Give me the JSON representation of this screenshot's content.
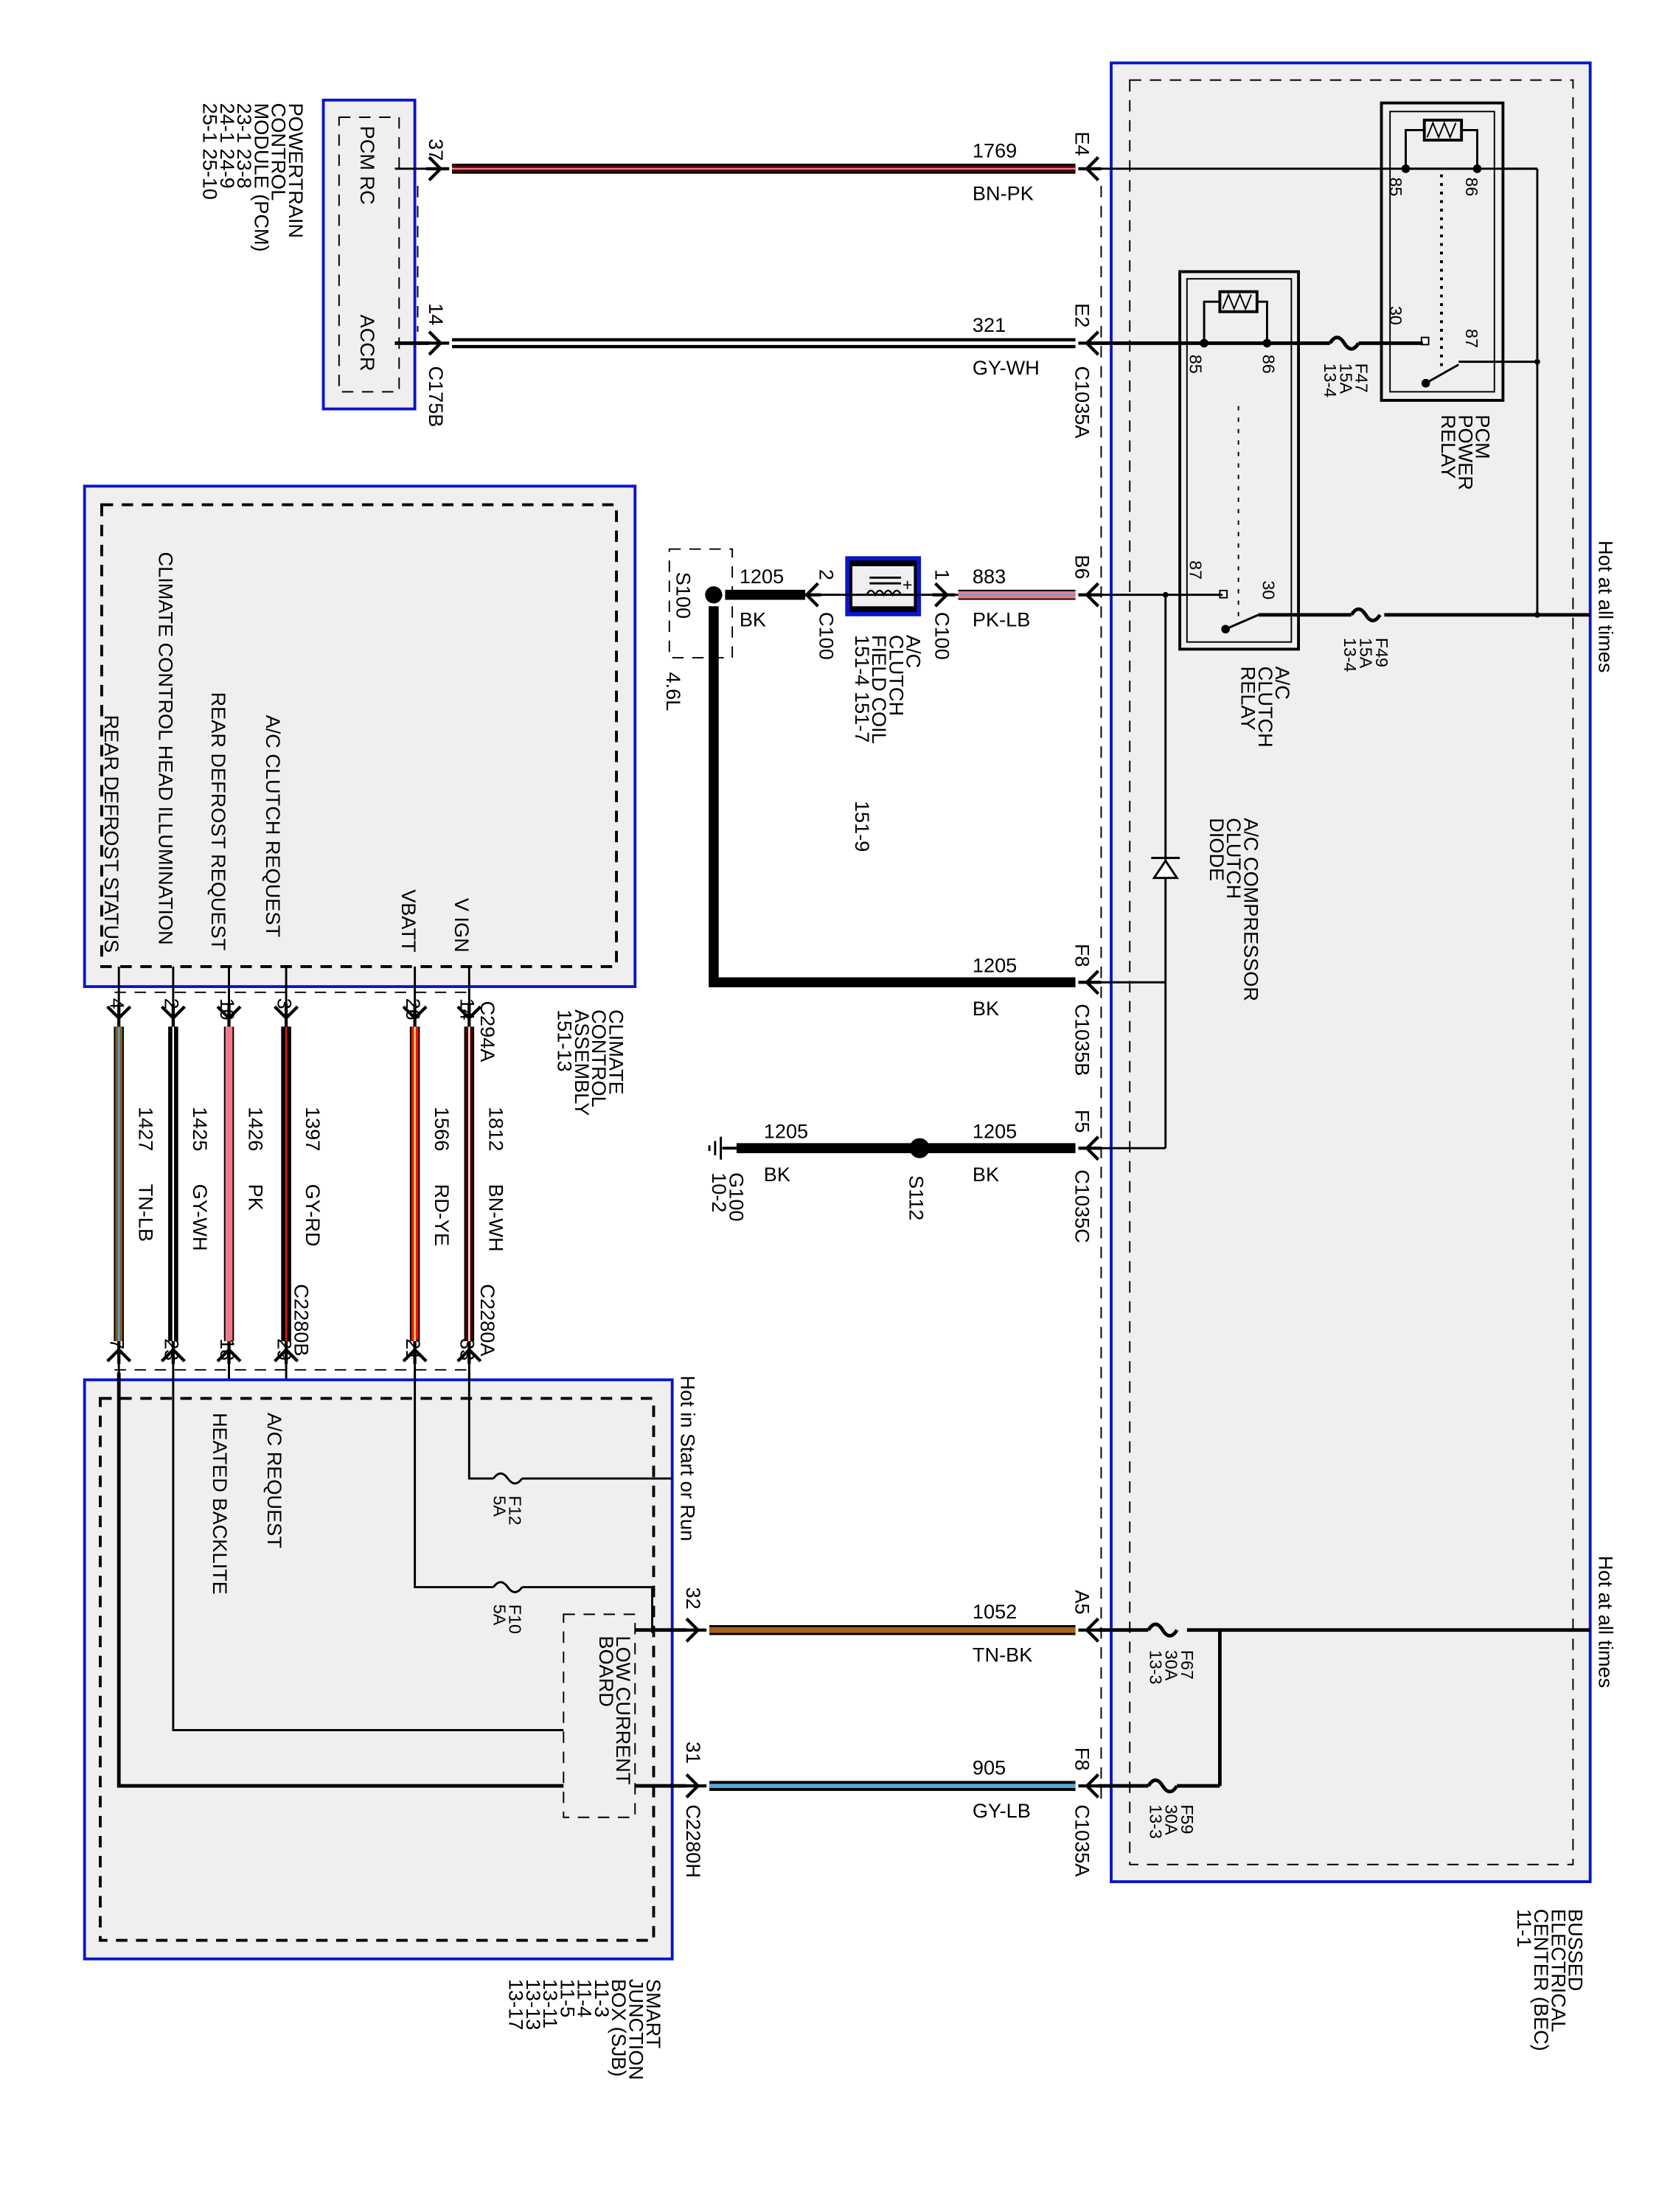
{
  "title": "A/C Clutch and Climate Control Wiring Diagram",
  "colors": {
    "module_border": "#0a16c8",
    "module_fill": "#efefef",
    "BN": "#4a0000",
    "PK": "#f07a8c",
    "GY": "#000000",
    "WH": "#ffffff",
    "LB": "#5aa6d6",
    "TN": "#8a5a1e",
    "BK": "#000000",
    "RD": "#e8170c",
    "YE": "#ffe36a"
  },
  "modules": {
    "pcm": {
      "name_lines": [
        "POWERTRAIN",
        "CONTROL",
        "MODULE (PCM)"
      ],
      "refs": [
        "23-1   23-8",
        "24-1   24-9",
        "25-1   25-10"
      ],
      "pins": [
        "PCM RC",
        "ACCR"
      ],
      "connector": "C175B"
    },
    "bec": {
      "name_lines": [
        "BUSSED",
        "ELECTRICAL",
        "CENTER (BEC)",
        "11-1"
      ],
      "hot_top": "Hot at all times",
      "hot_bottom": "Hot at all times"
    },
    "climate": {
      "name_lines": [
        "CLIMATE",
        "CONTROL",
        "ASSEMBLY",
        "151-13"
      ],
      "signals": [
        "V IGN",
        "VBATT",
        "A/C CLUTCH REQUEST",
        "REAR DEFROST REQUEST",
        "CLIMATE CONTROL HEAD ILLUMINATION",
        "REAR DEFROST STATUS"
      ],
      "connector": "C294A"
    },
    "sjb": {
      "name_lines": [
        "SMART",
        "JUNCTION",
        "BOX (SJB)",
        "11-3",
        "11-4",
        "11-5",
        "13-11",
        "13-13",
        "13-17"
      ],
      "hot": "Hot in Start or Run",
      "signals": [
        "A/C REQUEST",
        "HEATED BACKLITE"
      ],
      "board": [
        "LOW CURRENT",
        "BOARD"
      ]
    }
  },
  "relays": {
    "pcm_power": {
      "name_lines": [
        "PCM",
        "POWER",
        "RELAY"
      ],
      "pins": [
        "85",
        "86",
        "30",
        "87"
      ]
    },
    "ac_clutch": {
      "name_lines": [
        "A/C",
        "CLUTCH",
        "RELAY"
      ],
      "pins": [
        "85",
        "86",
        "87",
        "30"
      ]
    }
  },
  "fuses": [
    {
      "id": "F47",
      "rating": "15A",
      "ref": "13-4"
    },
    {
      "id": "F49",
      "rating": "15A",
      "ref": "13-4"
    },
    {
      "id": "F67",
      "rating": "30A",
      "ref": "13-3"
    },
    {
      "id": "F59",
      "rating": "30A",
      "ref": "13-3"
    },
    {
      "id": "F12",
      "rating": "5A"
    },
    {
      "id": "F10",
      "rating": "5A"
    }
  ],
  "diode": {
    "name_lines": [
      "A/C COMPRESSOR",
      "CLUTCH",
      "DIODE"
    ]
  },
  "coil": {
    "name_lines": [
      "A/C",
      "CLUTCH",
      "FIELD COIL",
      "151-4    151-7",
      "151-9"
    ],
    "pin1": "1",
    "pin2": "2",
    "connector": "C100"
  },
  "splices": {
    "s100": "S100",
    "s100_note": "4.6L",
    "s112": "S112",
    "ground": "G100",
    "ground_ref": "10-2"
  },
  "wires": [
    {
      "circuit": "1769",
      "color": "BN-PK",
      "from_pin": "37",
      "to_pin": "E4"
    },
    {
      "circuit": "321",
      "color": "GY-WH",
      "from_pin": "14",
      "to_pin": "E2",
      "to_conn": "C1035A"
    },
    {
      "circuit": "883",
      "color": "PK-LB",
      "to_pin": "B6"
    },
    {
      "circuit": "1205",
      "color": "BK",
      "label": "coil-to-s100"
    },
    {
      "circuit": "1205",
      "color": "BK",
      "to_pin": "F8",
      "to_conn": "C1035B"
    },
    {
      "circuit": "1205",
      "color": "BK",
      "to_pin": "F5",
      "to_conn": "C1035C"
    },
    {
      "circuit": "1205",
      "color": "BK",
      "label": "s112-to-g100"
    },
    {
      "circuit": "1052",
      "color": "TN-BK",
      "from_pin": "32",
      "to_pin": "A5"
    },
    {
      "circuit": "905",
      "color": "GY-LB",
      "from_pin": "31",
      "to_pin": "F8",
      "from_conn": "C2280H",
      "to_conn": "C1035A"
    }
  ],
  "climate_wires": [
    {
      "circuit": "1812",
      "color": "BN-WH",
      "top_pin": "14",
      "bottom_pin": "33"
    },
    {
      "circuit": "1566",
      "color": "RD-YE",
      "top_pin": "26",
      "bottom_pin": "21"
    },
    {
      "circuit": "1397",
      "color": "GY-RD",
      "top_pin": "3",
      "bottom_pin": "29"
    },
    {
      "circuit": "1426",
      "color": "PK",
      "top_pin": "10",
      "bottom_pin": "18"
    },
    {
      "circuit": "1425",
      "color": "GY-WH",
      "top_pin": "2",
      "bottom_pin": "23"
    },
    {
      "circuit": "1427",
      "color": "TN-LB",
      "top_pin": "4",
      "bottom_pin": "7"
    }
  ],
  "climate_connectors": {
    "top": "C294A",
    "bottom_a": "C2280A",
    "bottom_b": "C2280B"
  }
}
